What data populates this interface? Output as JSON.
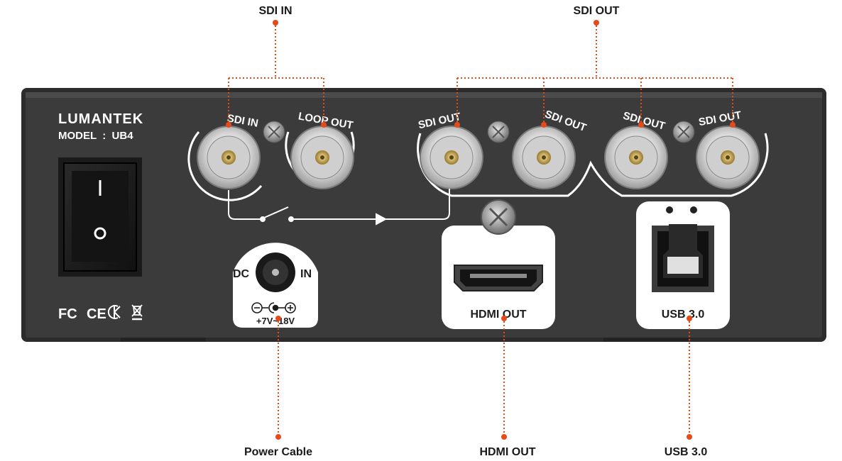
{
  "callouts": {
    "sdi_in": "SDI IN",
    "sdi_out": "SDI OUT",
    "power_cable": "Power Cable",
    "hdmi_out": "HDMI OUT",
    "usb": "USB 3.0"
  },
  "device": {
    "brand": "LUMANTEK",
    "model": "MODEL  :  UB4",
    "ports": {
      "sdi_in": "SDI IN",
      "loop_out": "LOOP OUT",
      "sdi_out": "SDI OUT",
      "dc": "DC",
      "in": "IN",
      "voltage": "+7V~18V",
      "hdmi_out": "HDMI OUT",
      "usb": "USB 3.0"
    },
    "certifications": {
      "fc": "FC",
      "ce": "CE"
    }
  },
  "colors": {
    "panel": "#3b3b3b",
    "accent": "#e64a19",
    "label_text": "#1a1a1a"
  }
}
